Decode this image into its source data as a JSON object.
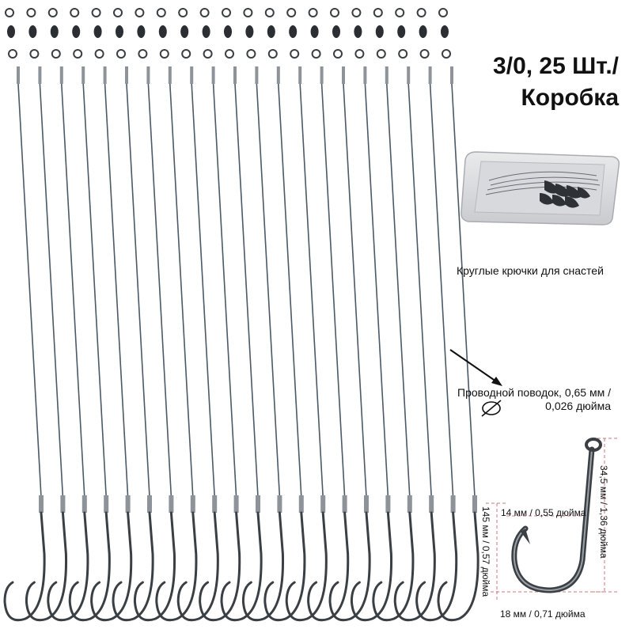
{
  "product": {
    "headline_line1": "3/0, 25 Шт./",
    "headline_line2": "Коробка",
    "hooks_caption": "Круглые крючки для снастей",
    "wire_caption_line1": "Проводной поводок, 0,65 мм /",
    "wire_caption_line2": "0,026 дюйма"
  },
  "dimensions": {
    "gap": "14 мм / 0,55 дюйма",
    "height": "145 мм / 0,57 дюйма",
    "length": "34,5 мм / 1,36 дюйма",
    "width": "18 мм / 0,71 дюйма"
  },
  "colors": {
    "wire": "#4a5a66",
    "metal": "#3a3f44",
    "dimension_lines": "#c77a7a"
  },
  "icons": {
    "diameter": "diameter-icon",
    "arrow": "arrow-icon",
    "box": "tackle-box-icon"
  }
}
